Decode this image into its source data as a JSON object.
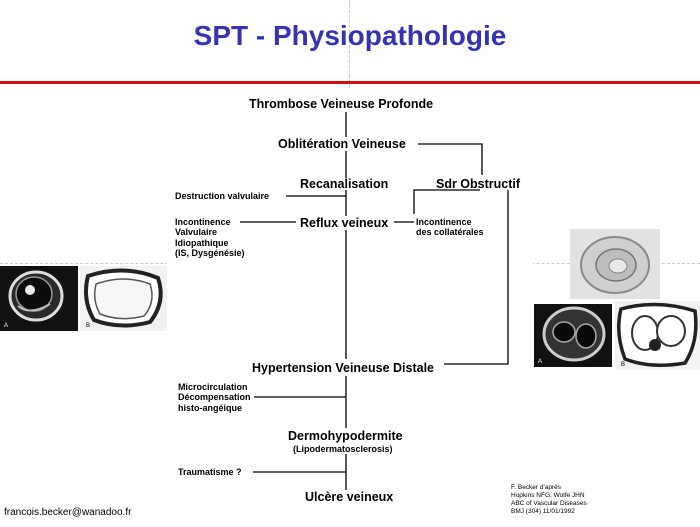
{
  "slide": {
    "title": "SPT - Physiopathologie",
    "email": "francois.becker@wanadoo.fr",
    "credit": [
      "F. Becker d'après",
      "Hopkins NFG, Wolfe JHN",
      "ABC of Vascular Diseases",
      "BMJ (304) 11/01/1992"
    ]
  },
  "flow": {
    "tvp": "Thrombose Veineuse Profonde",
    "obliteration": "Oblitération Veineuse",
    "recanalisation": "Recanalisation",
    "sdr": "Sdr Obstructif",
    "destruction": "Destruction valvulaire",
    "incontinence": [
      "Incontinence",
      "Valvulaire",
      "Idiopathique",
      "(IS, Dysgénésie)"
    ],
    "reflux": "Reflux veineux",
    "collaterales": [
      "Incontinence",
      "des collatérales"
    ],
    "hypertension": "Hypertension Veineuse Distale",
    "microcirculation": [
      "Microcirculation",
      "Décompensation",
      "histo-angéique"
    ],
    "dermo": "Dermohypodermite",
    "lipo": "(Lipodermatosclerosis)",
    "trauma": "Traumatisme ?",
    "ulcere": "Ulcère veineux"
  },
  "images": {
    "left_labels": [
      "A",
      "B"
    ],
    "right_labels": [
      "A",
      "B"
    ]
  }
}
